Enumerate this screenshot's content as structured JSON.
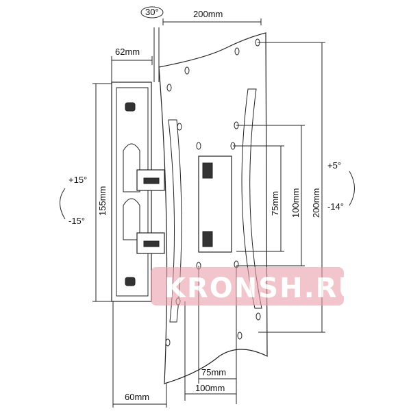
{
  "diagram": {
    "swivel_angle": "30°",
    "top_width": "200mm",
    "wall_plate_depth": "62mm",
    "tilt_wall_up": "+15°",
    "tilt_wall_down": "-15°",
    "wall_plate_height": "155mm",
    "vesa_inner_vertical": "75mm",
    "vesa_mid_vertical": "100mm",
    "vesa_outer_vertical": "200mm",
    "tilt_up": "+5°",
    "tilt_down": "-14°",
    "vesa_inner_horizontal": "75mm",
    "vesa_mid_horizontal": "100mm",
    "min_depth": "60mm"
  },
  "watermark": {
    "text": "KRONSH.RU",
    "color": "#e8a0a8"
  }
}
